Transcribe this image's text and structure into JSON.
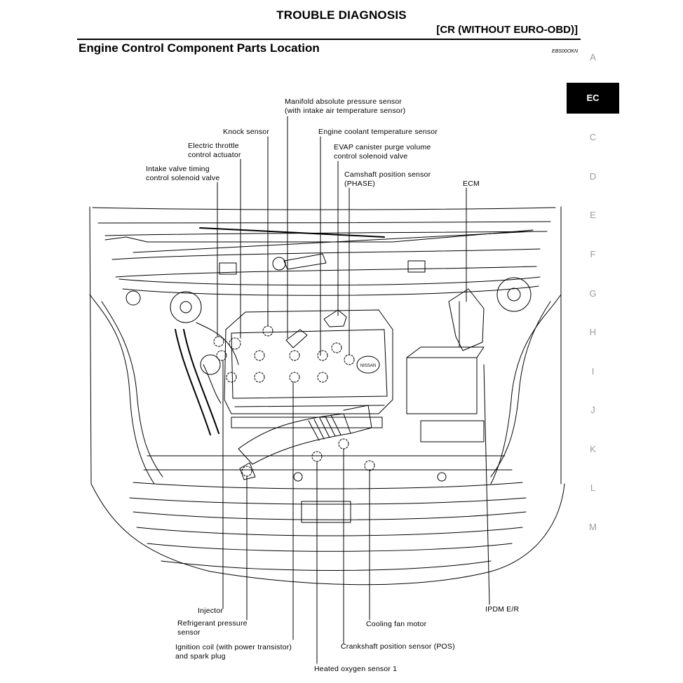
{
  "header": {
    "title": "TROUBLE DIAGNOSIS",
    "subtitle": "[CR (WITHOUT EURO-OBD)]",
    "section_title": "Engine Control Component Parts Location",
    "doc_code": "EBS00OKN"
  },
  "side_tabs": [
    {
      "label": "A",
      "active": false
    },
    {
      "label": "EC",
      "active": true
    },
    {
      "label": "C",
      "active": false
    },
    {
      "label": "D",
      "active": false
    },
    {
      "label": "E",
      "active": false
    },
    {
      "label": "F",
      "active": false
    },
    {
      "label": "G",
      "active": false
    },
    {
      "label": "H",
      "active": false
    },
    {
      "label": "I",
      "active": false
    },
    {
      "label": "J",
      "active": false
    },
    {
      "label": "K",
      "active": false
    },
    {
      "label": "L",
      "active": false
    },
    {
      "label": "M",
      "active": false
    }
  ],
  "figure": {
    "badge_text": "NISSAN",
    "labels": {
      "map_sensor": [
        "Manifold absolute pressure sensor",
        "(with intake air temperature sensor)"
      ],
      "knock_sensor": [
        "Knock sensor"
      ],
      "engine_coolant_temp_sensor": [
        "Engine coolant temperature sensor"
      ],
      "electric_throttle": [
        "Electric throttle",
        "control actuator"
      ],
      "evap_purge": [
        "EVAP canister purge volume",
        "control solenoid valve"
      ],
      "intake_valve_timing": [
        "Intake valve timing",
        "control solenoid valve"
      ],
      "camshaft_sensor": [
        "Camshaft position sensor",
        "(PHASE)"
      ],
      "ecm": [
        "ECM"
      ],
      "injector": [
        "Injector"
      ],
      "refrigerant_pressure": [
        "Refrigerant pressure",
        "sensor"
      ],
      "ignition_coil": [
        "Ignition coil (with power transistor)",
        "and spark plug"
      ],
      "heated_o2": [
        "Heated oxygen sensor 1"
      ],
      "crankshaft_sensor": [
        "Crankshaft position sensor (POS)"
      ],
      "cooling_fan": [
        "Cooling fan motor"
      ],
      "ipdm": [
        "IPDM E/R"
      ]
    }
  }
}
